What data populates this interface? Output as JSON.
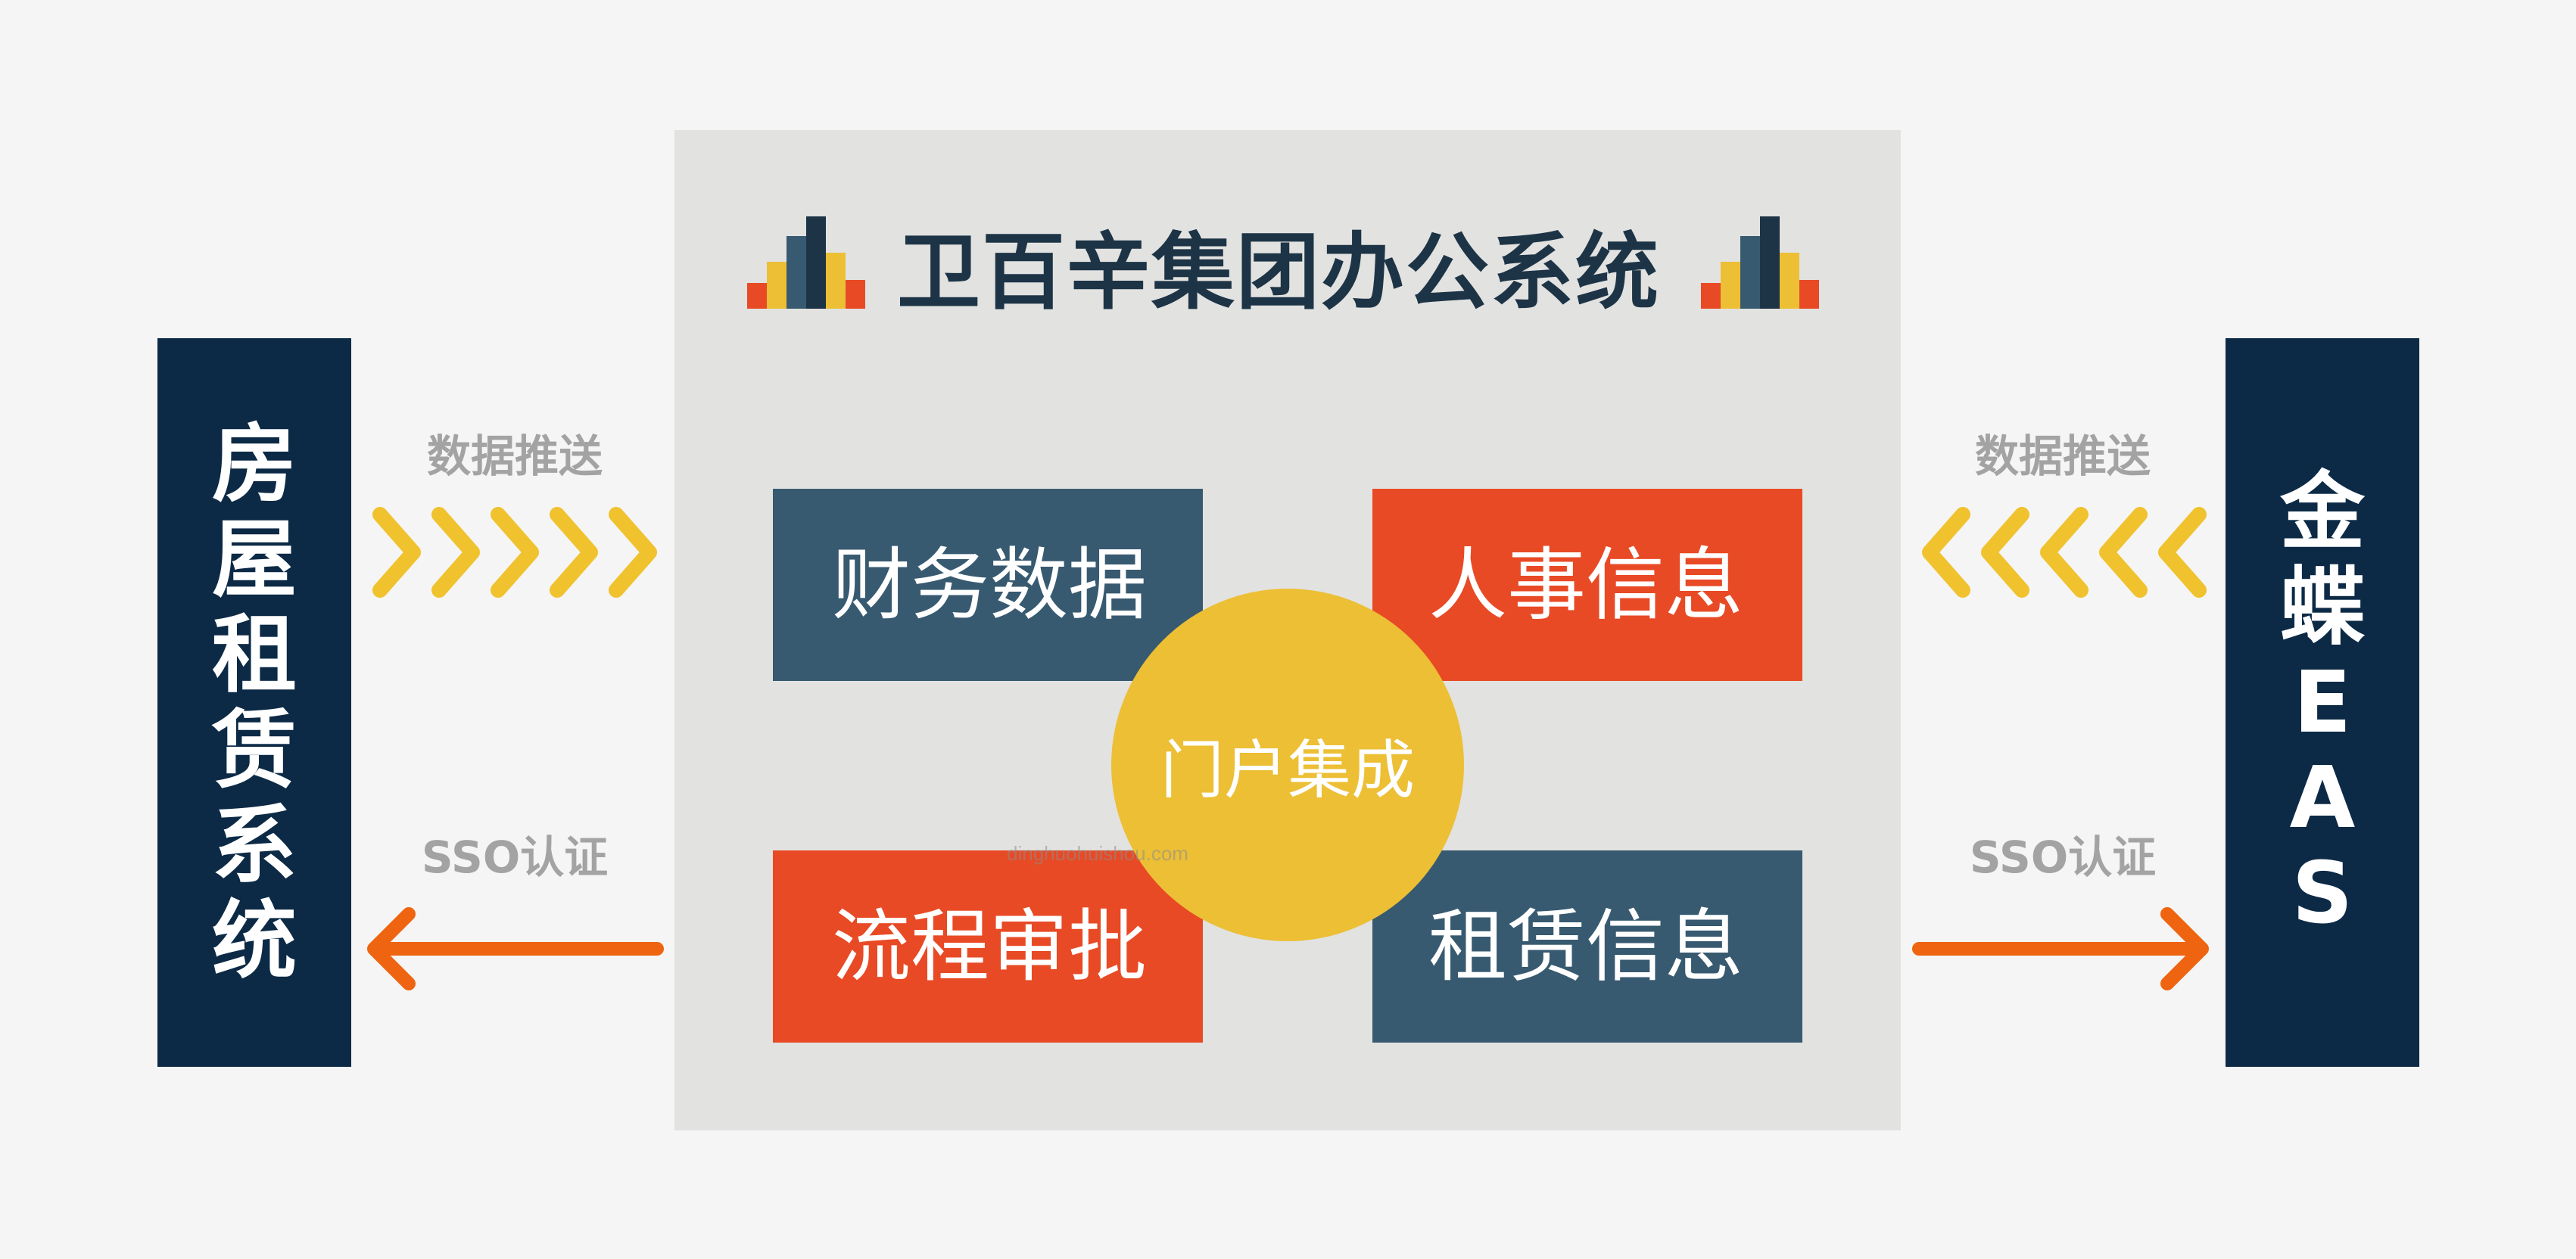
{
  "title": "卫百辛集团办公系统",
  "left_system": {
    "label": "房屋租赁系统",
    "chars": [
      "房",
      "屋",
      "租",
      "赁",
      "系",
      "统"
    ]
  },
  "right_system": {
    "label": "金蝶EAS",
    "chars": [
      "金",
      "蝶",
      "E",
      "A",
      "S"
    ]
  },
  "modules": {
    "top_left": "财务数据",
    "top_right": "人事信息",
    "bottom_left": "流程审批",
    "bottom_right": "租赁信息"
  },
  "hub": "门户集成",
  "connectors": {
    "left_push": "数据推送",
    "left_sso": "SSO认证",
    "right_push": "数据推送",
    "right_sso": "SSO认证"
  },
  "watermark": "dinghuohuishou.com",
  "colors": {
    "navy": "#0c2a46",
    "slate": "#375a70",
    "red": "#e84a25",
    "yellow": "#ecbf35",
    "chevron": "#f0c22e",
    "orange_arrow": "#ee6410",
    "panel": "#e2e2e0",
    "background": "#f5f5f5"
  }
}
